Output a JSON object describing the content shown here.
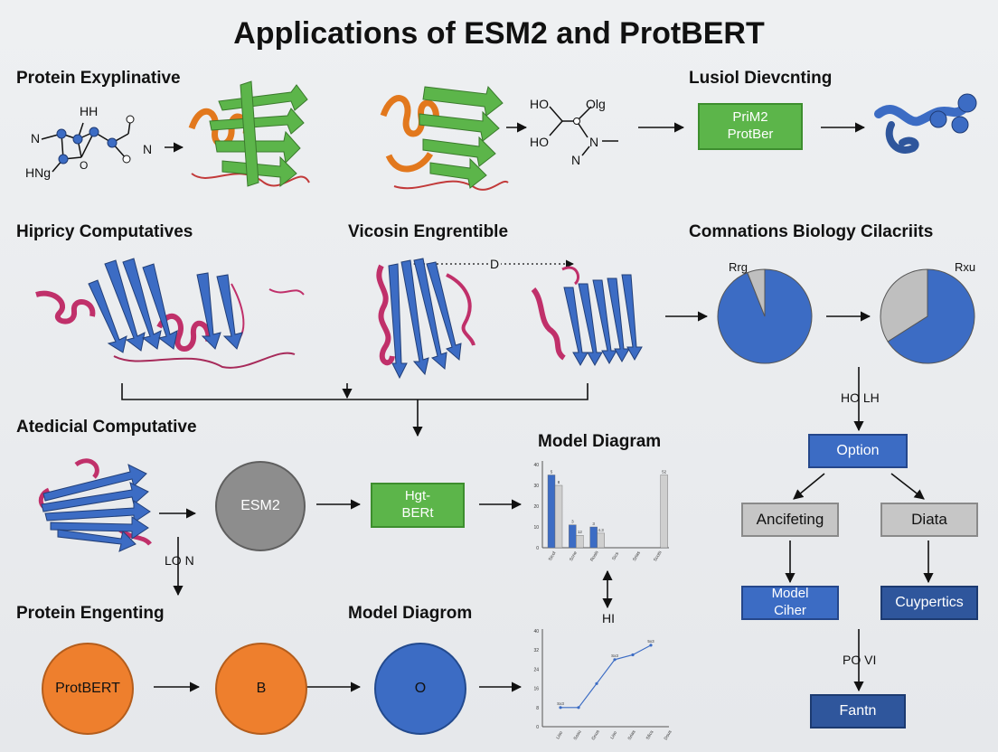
{
  "title": "Applications of ESM2 and ProtBERT",
  "sections": {
    "protein_explainative": "Protein Exyplinative",
    "lusial": "Lusiol Dievcnting",
    "hipricy": "Hipricy Computatives",
    "vicosin": "Vicosin Engrentible",
    "comnations": "Comnations Biology Cilacriits",
    "atedicial": "Atedicial Computative",
    "model_diagram_top": "Model Diagram",
    "protein_engenting": "Protein Engenting",
    "model_diagram_bottom": "Model Diagrom"
  },
  "molecule_left": {
    "hh": "HH",
    "n_left": "N",
    "n_right": "N",
    "hng": "HNg",
    "o": "O"
  },
  "molecule_mid": {
    "ho_top": "HO",
    "ho_bottom": "HO",
    "olg": "Olg",
    "n_right": "N",
    "n_bottom": "N"
  },
  "nodes": {
    "prim2_line1": "PriM2",
    "prim2_line2": "ProtBer",
    "esm2": "ESM2",
    "hgt_line1": "Hgt-",
    "hgt_line2": "BERt",
    "protbert": "ProtBERT",
    "b": "B",
    "o": "O",
    "option": "Option",
    "ancifeting": "Ancifeting",
    "diata": "Diata",
    "model_line1": "Model",
    "model_line2": "Ciher",
    "cuypertics": "Cuypertics",
    "fantn": "Fantn"
  },
  "labels": {
    "d_marker": "D",
    "rrg": "Rrg",
    "rxu": "Rxu",
    "ho_lh": "HO LH",
    "lo_n": "LO N",
    "hi": "HI",
    "po_vi": "PO VI"
  },
  "pies": [
    {
      "slices": [
        0.94,
        0.06
      ],
      "colors": [
        "#3c6cc4",
        "#bfbfbf"
      ]
    },
    {
      "slices": [
        0.66,
        0.34
      ],
      "colors": [
        "#3c6cc4",
        "#bfbfbf"
      ]
    }
  ],
  "chart_data": [
    {
      "type": "bar",
      "title": "",
      "categories": [
        "Sicol",
        "Scne",
        "Rosis",
        "Sics",
        "Srias",
        "Scots"
      ],
      "series": [
        {
          "values": [
            35,
            11,
            10,
            0
          ],
          "color": "#3c6cc4"
        },
        {
          "values": [
            30,
            6,
            7,
            0,
            0,
            35
          ],
          "color": "#cfcfcf"
        }
      ],
      "value_labels": [
        "5",
        "8",
        "3",
        "12",
        "3",
        "4.3",
        "52"
      ],
      "yticks": [
        "0",
        "10",
        "20",
        "30",
        "40"
      ],
      "ylim": [
        0,
        40
      ]
    },
    {
      "type": "line",
      "x": [
        "Liso",
        "Sosu",
        "Gnus",
        "Liso",
        "Srias",
        "Sfics",
        "Dsus"
      ],
      "y": [
        8,
        8,
        18,
        28,
        30,
        34
      ],
      "point_labels": [
        "Sx3",
        "Sx3",
        "5x3"
      ],
      "yticks": [
        "0",
        "8",
        "16",
        "24",
        "32",
        "40"
      ],
      "ylim": [
        0,
        40
      ],
      "color": "#3c6cc4"
    }
  ]
}
